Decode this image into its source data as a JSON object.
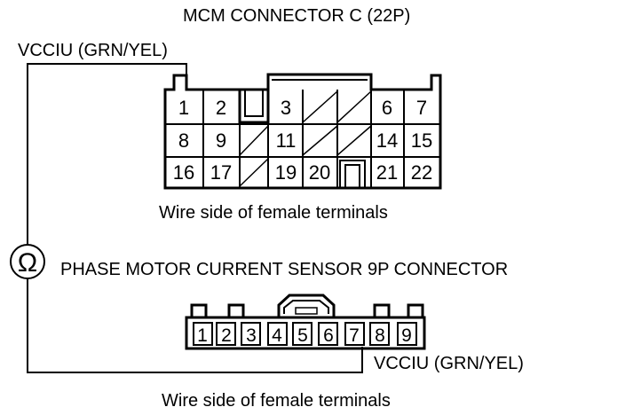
{
  "mcm_connector": {
    "title": "MCM CONNECTOR C (22P)",
    "caption": "Wire side of female terminals",
    "wire_label": "VCCIU (GRN/YEL)",
    "rows": [
      [
        "1",
        "2",
        "",
        "3",
        "",
        "",
        "6",
        "7"
      ],
      [
        "8",
        "9",
        "",
        "11",
        "",
        "",
        "14",
        "15"
      ],
      [
        "16",
        "17",
        "",
        "19",
        "20",
        "",
        "21",
        "22"
      ]
    ]
  },
  "meter": {
    "symbol": "Ω"
  },
  "sensor_connector": {
    "title": "PHASE MOTOR CURRENT SENSOR 9P CONNECTOR",
    "caption": "Wire side of female terminals",
    "wire_label": "VCCIU (GRN/YEL)",
    "pins": [
      "1",
      "2",
      "3",
      "4",
      "5",
      "6",
      "7",
      "8",
      "9"
    ]
  }
}
